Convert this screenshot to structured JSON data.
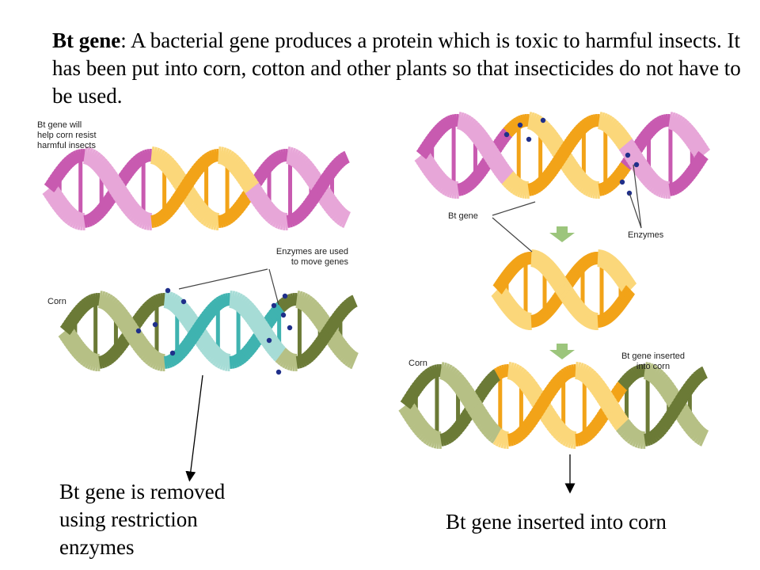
{
  "intro": {
    "term": "Bt gene",
    "text": ": A bacterial gene produces a protein which is toxic to harmful insects. It has been put into corn, cotton and other plants so that insecticides do not have to be used."
  },
  "labels": {
    "corn_resist": [
      "Bt gene will",
      "help corn resist",
      "harmful insects"
    ],
    "enzymes_used": [
      "Enzymes are used",
      "to move genes"
    ],
    "corn_left": "Corn",
    "bt_gene": "Bt gene",
    "enzymes": "Enzymes",
    "corn_right": "Corn",
    "inserted": [
      "Bt gene inserted",
      "into corn"
    ]
  },
  "captions": {
    "removed": [
      "Bt gene is removed",
      "using restriction",
      "enzymes"
    ],
    "inserted": "Bt gene inserted into corn"
  },
  "colors": {
    "magenta": "#c85ab0",
    "magenta_light": "#e7a6d8",
    "orange": "#f2a318",
    "orange_light": "#fbd77a",
    "olive": "#6b7a36",
    "olive_light": "#b6c085",
    "teal": "#3fb3b0",
    "teal_light": "#a6dcd6",
    "dot": "#1f2f8a",
    "arrow_fill": "#9cc57c"
  }
}
